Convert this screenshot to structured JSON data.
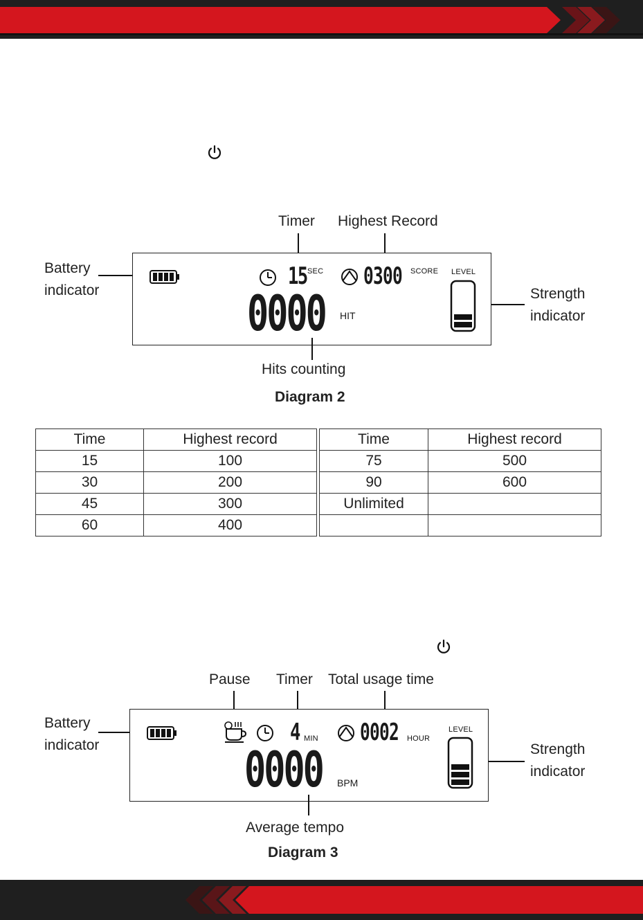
{
  "colors": {
    "accent": "#d4161e",
    "band": "#1f1f1f"
  },
  "diagram2": {
    "labels": {
      "timer": "Timer",
      "highest_record": "Highest Record",
      "battery_1": "Battery",
      "battery_2": "indicator",
      "strength_1": "Strength",
      "strength_2": "indicator",
      "hits": "Hits counting"
    },
    "display": {
      "timer_value": "15",
      "timer_unit": "SEC",
      "score_value": "0300",
      "score_unit": "SCORE",
      "level": "LEVEL",
      "hit_value": "0000",
      "hit_unit": "HIT",
      "level_bars": 2
    },
    "caption": "Diagram 2"
  },
  "table": {
    "left": {
      "headers": [
        "Time",
        "Highest record"
      ],
      "rows": [
        [
          "15",
          "100"
        ],
        [
          "30",
          "200"
        ],
        [
          "45",
          "300"
        ],
        [
          "60",
          "400"
        ]
      ]
    },
    "right": {
      "headers": [
        "Time",
        "Highest record"
      ],
      "rows": [
        [
          "75",
          "500"
        ],
        [
          "90",
          "600"
        ],
        [
          "Unlimited",
          ""
        ],
        [
          "",
          ""
        ]
      ]
    }
  },
  "diagram3": {
    "labels": {
      "pause": "Pause",
      "timer": "Timer",
      "total": "Total usage time",
      "battery_1": "Battery",
      "battery_2": "indicator",
      "strength_1": "Strength",
      "strength_2": "indicator",
      "tempo": "Average tempo"
    },
    "display": {
      "timer_value": "4",
      "timer_unit": "MIN",
      "hour_value": "0002",
      "hour_unit": "HOUR",
      "level": "LEVEL",
      "bpm_value": "0000",
      "bpm_unit": "BPM",
      "level_bars": 3
    },
    "caption": "Diagram 3"
  }
}
